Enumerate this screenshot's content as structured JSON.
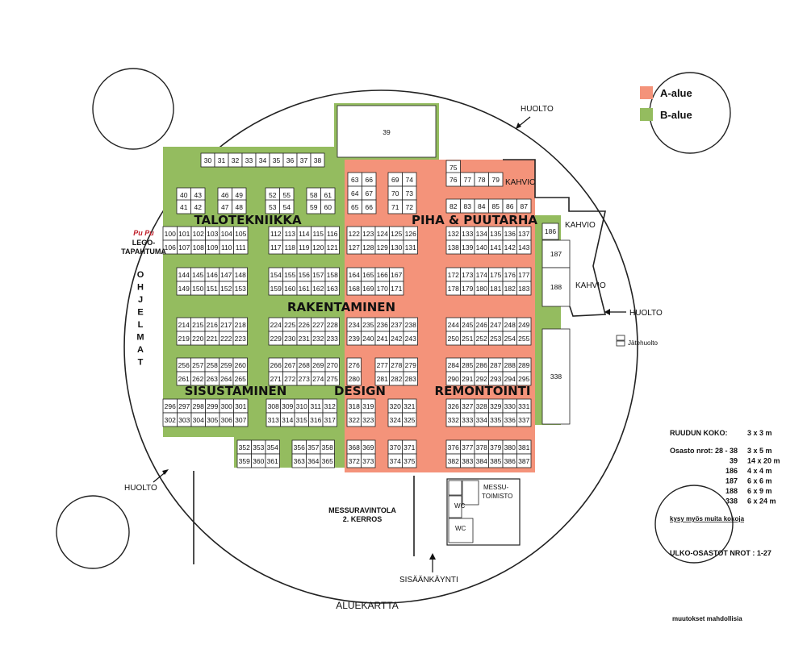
{
  "colors": {
    "a_zone": "#f4937a",
    "b_zone": "#94bc5f"
  },
  "legend": [
    {
      "label": "A-alue",
      "color": "#f4937a"
    },
    {
      "label": "B-alue",
      "color": "#94bc5f"
    }
  ],
  "zones": {
    "talotekniikka": "TALOTEKNIIKKA",
    "piha_puutarha": "PIHA & PUUTARHA",
    "rakentaminen": "RAKENTAMINEN",
    "sisustaminen": "SISUSTAMINEN",
    "design": "DESIGN",
    "remontointi": "REMONTOINTI"
  },
  "labels": {
    "huolto": "HUOLTO",
    "kahvio": "KAHVIO",
    "lego_logo": "Pu Pu",
    "lego_line1": "LEGO-",
    "lego_line2": "TAPAHTUMA",
    "ohjelmat": [
      "O",
      "H",
      "J",
      "E",
      "L",
      "M",
      "A",
      "T"
    ],
    "jatehuolto": "Jätehuolto",
    "messuravintola_1": "MESSURAVINTOLA",
    "messuravintola_2": "2. KERROS",
    "wc": "WC",
    "messutoimisto_1": "MESSU-",
    "messutoimisto_2": "TOIMISTO",
    "sisaankaynti": "SISÄÄNKÄYNTI",
    "aluekartta": "ALUEKARTTA"
  },
  "info": {
    "ruudun_koko_label": "RUUDUN KOKO:",
    "ruudun_koko_value": "3 x 3 m",
    "sizes": [
      {
        "nro": "Osasto nrot: 28 - 38",
        "size": "3 x 5 m"
      },
      {
        "nro": "39",
        "size": "14 x 20 m"
      },
      {
        "nro": "186",
        "size": "4 x 4 m"
      },
      {
        "nro": "187",
        "size": "6 x 6 m"
      },
      {
        "nro": "188",
        "size": "6 x 9 m"
      },
      {
        "nro": "338",
        "size": "6 x 24 m"
      }
    ],
    "other_sizes": "kysy myös muita kokoja",
    "ulko_osastot": "ULKO-OSASTOT NROT :  1-27",
    "muutokset": "muutokset mahdollisia"
  },
  "booth_rows": [
    [
      "30",
      "31",
      "32",
      "33",
      "34",
      "35",
      "36",
      "37",
      "38"
    ],
    [
      "40",
      "43",
      "46",
      "49",
      "52",
      "55",
      "58",
      "61"
    ],
    [
      "41",
      "42",
      "47",
      "48",
      "53",
      "54",
      "59",
      "60"
    ],
    [
      "63",
      "66",
      "69",
      "74"
    ],
    [
      "64",
      "67",
      "70",
      "73"
    ],
    [
      "65",
      "66",
      "71",
      "72"
    ],
    [
      "75"
    ],
    [
      "76",
      "77",
      "78",
      "79"
    ],
    [
      "82",
      "83",
      "84",
      "85",
      "86",
      "87"
    ],
    [
      "100",
      "101",
      "102",
      "103",
      "104",
      "105",
      "112",
      "113",
      "114",
      "115",
      "116",
      "122",
      "123",
      "124",
      "125",
      "126",
      "132",
      "133",
      "134",
      "135",
      "136",
      "137"
    ],
    [
      "106",
      "107",
      "108",
      "109",
      "110",
      "111",
      "117",
      "118",
      "119",
      "120",
      "121",
      "127",
      "128",
      "129",
      "130",
      "131",
      "138",
      "139",
      "140",
      "141",
      "142",
      "143"
    ],
    [
      "144",
      "145",
      "146",
      "147",
      "148",
      "154",
      "155",
      "156",
      "157",
      "158",
      "164",
      "165",
      "166",
      "167",
      "172",
      "173",
      "174",
      "175",
      "176",
      "177"
    ],
    [
      "149",
      "150",
      "151",
      "152",
      "153",
      "159",
      "160",
      "161",
      "162",
      "163",
      "168",
      "169",
      "170",
      "171",
      "178",
      "179",
      "180",
      "181",
      "182",
      "183"
    ],
    [
      "214",
      "215",
      "216",
      "217",
      "218",
      "224",
      "225",
      "226",
      "227",
      "228",
      "234",
      "235",
      "236",
      "237",
      "238",
      "244",
      "245",
      "246",
      "247",
      "248",
      "249"
    ],
    [
      "219",
      "220",
      "221",
      "222",
      "223",
      "229",
      "230",
      "231",
      "232",
      "233",
      "239",
      "240",
      "241",
      "242",
      "243",
      "250",
      "251",
      "252",
      "253",
      "254",
      "255"
    ],
    [
      "256",
      "257",
      "258",
      "259",
      "260",
      "266",
      "267",
      "268",
      "269",
      "270",
      "276",
      "277",
      "278",
      "279",
      "284",
      "285",
      "286",
      "287",
      "288",
      "289"
    ],
    [
      "261",
      "262",
      "263",
      "264",
      "265",
      "271",
      "272",
      "273",
      "274",
      "275",
      "280",
      "281",
      "282",
      "283",
      "290",
      "291",
      "292",
      "293",
      "294",
      "295"
    ],
    [
      "296",
      "297",
      "298",
      "299",
      "300",
      "301",
      "308",
      "309",
      "310",
      "311",
      "312",
      "318",
      "319",
      "320",
      "321",
      "326",
      "327",
      "328",
      "329",
      "330",
      "331"
    ],
    [
      "302",
      "303",
      "304",
      "305",
      "306",
      "307",
      "313",
      "314",
      "315",
      "316",
      "317",
      "322",
      "323",
      "324",
      "325",
      "332",
      "333",
      "334",
      "335",
      "336",
      "337"
    ],
    [
      "352",
      "353",
      "354",
      "356",
      "357",
      "358",
      "368",
      "369",
      "370",
      "371",
      "376",
      "377",
      "378",
      "379",
      "380",
      "381"
    ],
    [
      "359",
      "360",
      "361",
      "363",
      "364",
      "365",
      "372",
      "373",
      "374",
      "375",
      "382",
      "383",
      "384",
      "385",
      "386",
      "387"
    ]
  ],
  "special_booths": {
    "b39": "39",
    "b186": "186",
    "b187": "187",
    "b188": "188",
    "b338": "338"
  }
}
